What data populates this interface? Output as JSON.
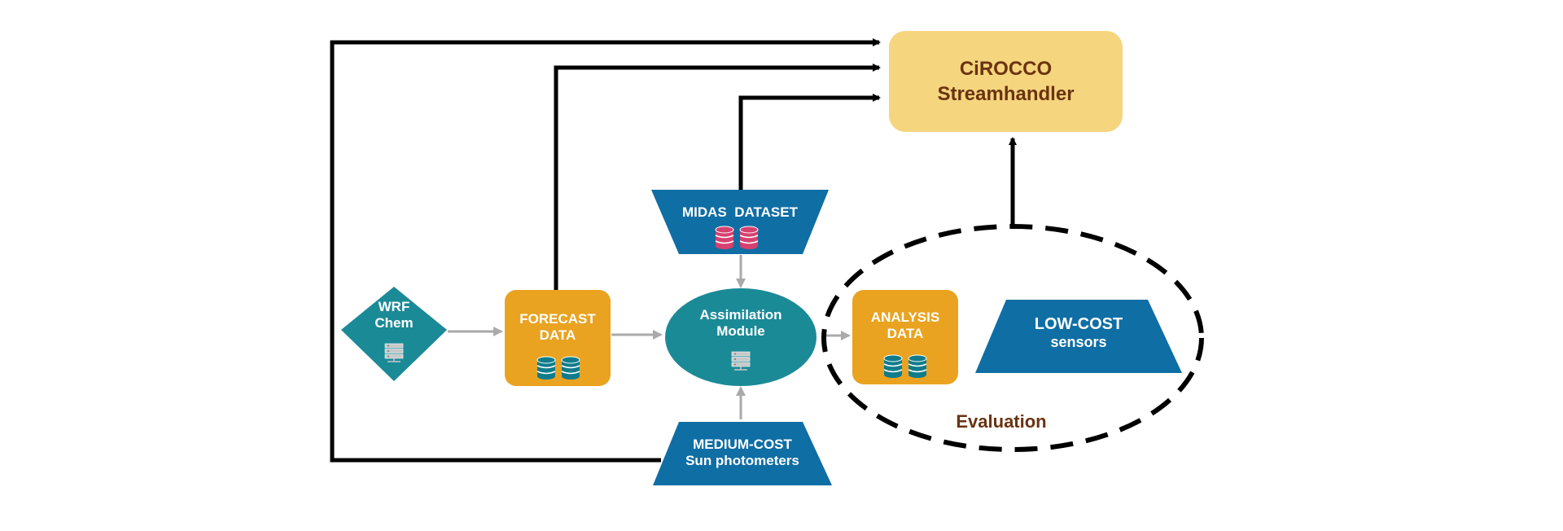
{
  "nodes": {
    "cirocco": {
      "line1": "CiROCCO",
      "line2": "Streamhandler"
    },
    "wrf": {
      "line1": "WRF",
      "line2": "Chem"
    },
    "forecast": {
      "line1": "FORECAST",
      "line2": "DATA"
    },
    "midas": {
      "label": "MIDAS  DATASET"
    },
    "assimilation": {
      "line1": "Assimilation",
      "line2": "Module"
    },
    "medium_cost": {
      "line1": "MEDIUM-COST",
      "line2": "Sun photometers"
    },
    "analysis": {
      "line1": "ANALYSIS",
      "line2": "DATA"
    },
    "low_cost": {
      "line1": "LOW-COST",
      "line2": "sensors"
    },
    "evaluation": {
      "label": "Evaluation"
    }
  },
  "icons": {
    "server": "server-icon",
    "database": "database-icon"
  },
  "colors": {
    "orange": "#e9a320",
    "cirocco_fill": "#f5d57e",
    "teal": "#1b8a97",
    "blue": "#0f6ea4",
    "pink_db": "#d6416f",
    "teal_db": "#0f7c8c",
    "gray_arrow": "#aaaaaa",
    "black": "#000000",
    "brown_text": "#6a3310"
  }
}
